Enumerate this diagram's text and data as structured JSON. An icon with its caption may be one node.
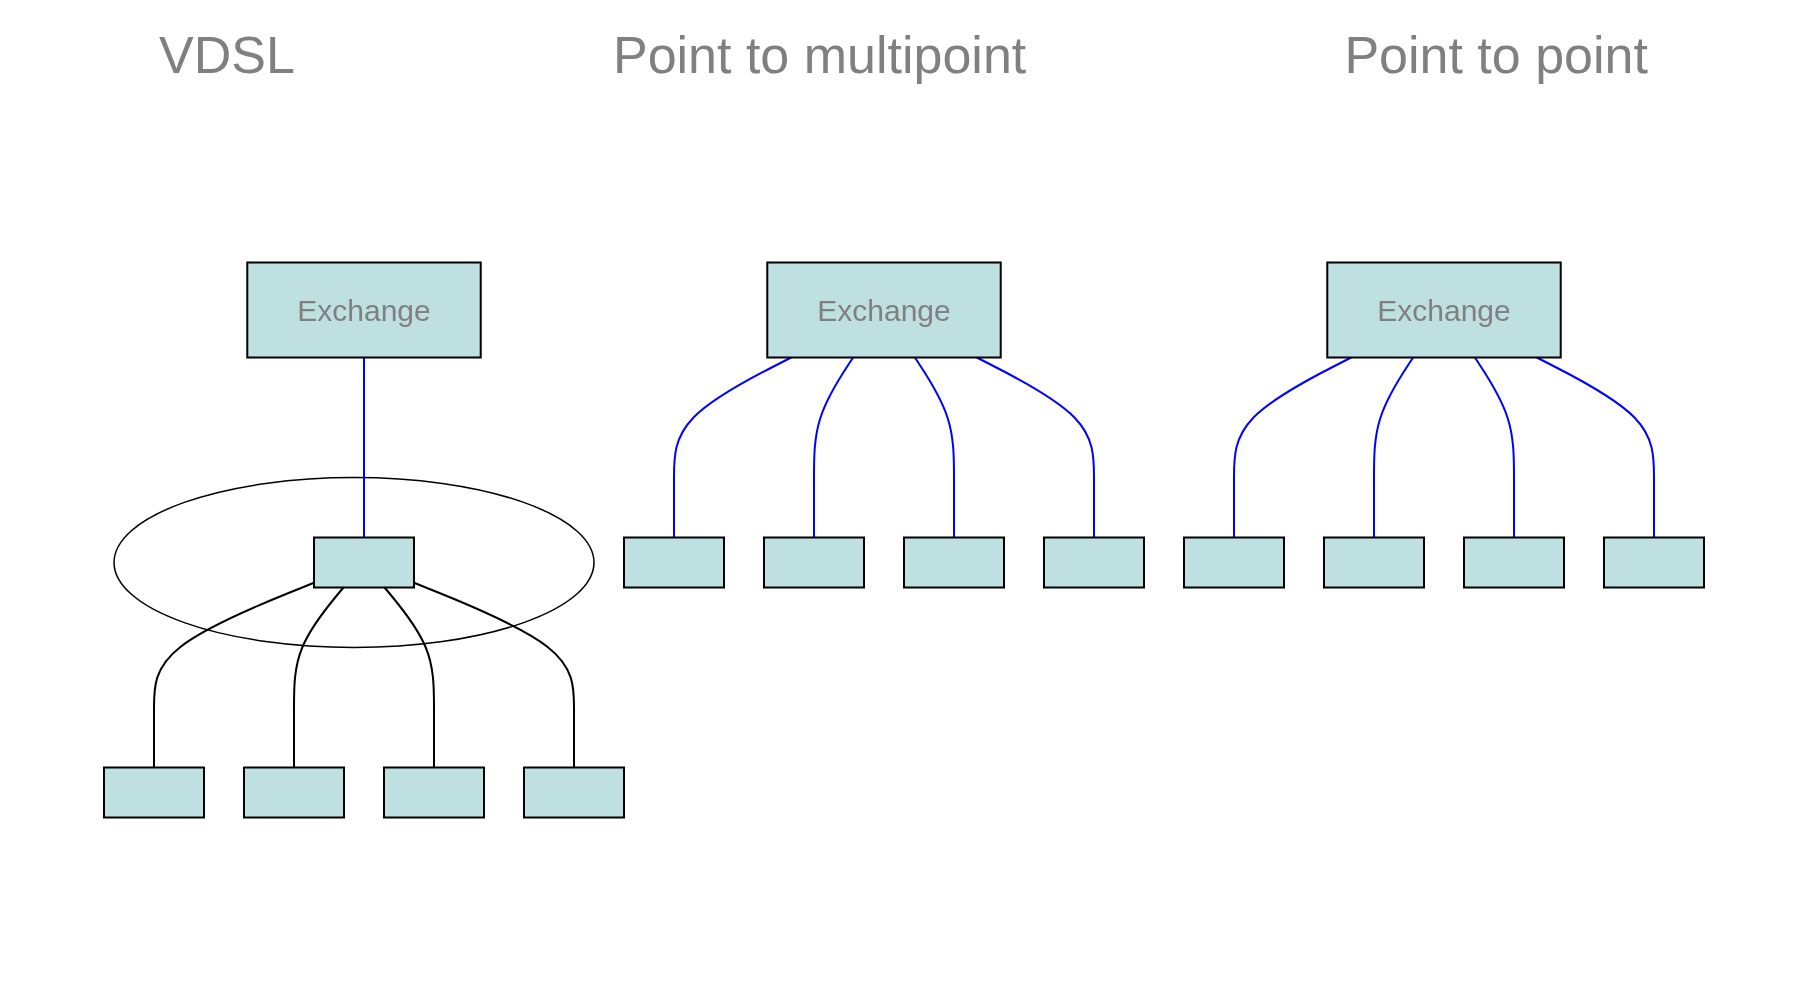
{
  "diagram": {
    "nodes": [
      {
        "text": [
          "Exchange"
        ]
      },
      {
        "text": [
          "Exchange"
        ]
      },
      {
        "text": [
          "Exchange"
        ]
      },
      {
        "text": [],
        "shape": "ellipse"
      },
      {
        "text": [],
        "shape": "box",
        "in": 3
      },
      {
        "text": [],
        "shape": "box"
      },
      {
        "text": [],
        "shape": "box"
      },
      {
        "text": [],
        "shape": "box"
      },
      {
        "text": [],
        "shape": "box"
      },
      {
        "text": [],
        "shape": "box"
      },
      {
        "text": [],
        "shape": "box"
      },
      {
        "text": [],
        "shape": "box"
      },
      {
        "text": [],
        "shape": "box"
      },
      {
        "text": [],
        "shape": "box"
      },
      {
        "text": [],
        "shape": "box"
      },
      {
        "text": [],
        "shape": "box"
      },
      {
        "text": [],
        "shape": "box"
      }
    ],
    "edges": [
      {
        "from": 0,
        "to": 4,
        "arrow": "none"
      },
      {
        "from": 4,
        "to": 5,
        "arrow": "none",
        "color": "#000000"
      },
      {
        "from": 4,
        "to": 6,
        "arrow": "none",
        "color": "#000000"
      },
      {
        "from": 4,
        "to": 7,
        "arrow": "none",
        "color": "#000000"
      },
      {
        "from": 4,
        "to": 8,
        "arrow": "none",
        "color": "#000000"
      },
      {
        "from": 1,
        "to": 9,
        "arrow": "none"
      },
      {
        "from": 1,
        "to": 10,
        "arrow": "none"
      },
      {
        "from": 1,
        "to": 11,
        "arrow": "none"
      },
      {
        "from": 1,
        "to": 12,
        "arrow": "none"
      },
      {
        "from": 2,
        "to": 13,
        "arrow": "none"
      },
      {
        "from": 2,
        "to": 14,
        "arrow": "none"
      },
      {
        "from": 2,
        "to": 15,
        "arrow": "none"
      },
      {
        "from": 2,
        "to": 16,
        "arrow": "none"
      }
    ],
    "labels": [
      "VDSL",
      "Point to multipoint",
      "Point to point"
    ]
  }
}
